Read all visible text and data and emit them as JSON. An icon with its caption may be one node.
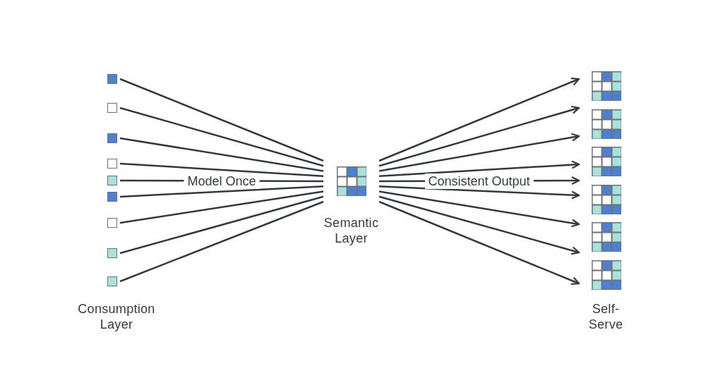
{
  "diagram": {
    "nodes": [
      {
        "text": [],
        "shape": "box"
      },
      {
        "text": [],
        "shape": "box"
      },
      {
        "text": [],
        "shape": "box"
      },
      {
        "text": [],
        "shape": "box"
      },
      {
        "text": [],
        "shape": "box"
      },
      {
        "text": [],
        "shape": "box"
      },
      {
        "text": [],
        "shape": "box"
      },
      {
        "text": [],
        "shape": "box"
      },
      {
        "text": [],
        "shape": "box"
      },
      {
        "text": [],
        "shape": "grid",
        "beside": [
          "Semantic Layer"
        ]
      },
      {
        "text": [],
        "shape": "grid"
      },
      {
        "text": [],
        "shape": "grid"
      },
      {
        "text": [],
        "shape": "grid"
      },
      {
        "text": [],
        "shape": "grid"
      },
      {
        "text": [],
        "shape": "grid"
      },
      {
        "text": [],
        "shape": "grid"
      }
    ],
    "edges": [
      {
        "from": 0,
        "to": 9,
        "arrow": "none"
      },
      {
        "from": 1,
        "to": 9,
        "arrow": "none"
      },
      {
        "from": 2,
        "to": 9,
        "arrow": "none"
      },
      {
        "from": 3,
        "to": 9,
        "arrow": "none"
      },
      {
        "from": 4,
        "to": 9,
        "arrow": "none",
        "label": "Model Once"
      },
      {
        "from": 5,
        "to": 9,
        "arrow": "none"
      },
      {
        "from": 6,
        "to": 9,
        "arrow": "none"
      },
      {
        "from": 7,
        "to": 9,
        "arrow": "none"
      },
      {
        "from": 8,
        "to": 9,
        "arrow": "none"
      },
      {
        "from": 9,
        "to": 10,
        "arrow": "to"
      },
      {
        "from": 9,
        "to": 10,
        "arrow": "to"
      },
      {
        "from": 9,
        "to": 11,
        "arrow": "to"
      },
      {
        "from": 9,
        "to": 12,
        "arrow": "to"
      },
      {
        "from": 9,
        "to": 12,
        "arrow": "to",
        "label": "Consistent Output"
      },
      {
        "from": 9,
        "to": 13,
        "arrow": "to"
      },
      {
        "from": 9,
        "to": 14,
        "arrow": "to"
      },
      {
        "from": 9,
        "to": 14,
        "arrow": "to"
      },
      {
        "from": 9,
        "to": 15,
        "arrow": "to"
      }
    ],
    "labels": [
      "Consumption Layer",
      "Self-Serve"
    ]
  }
}
